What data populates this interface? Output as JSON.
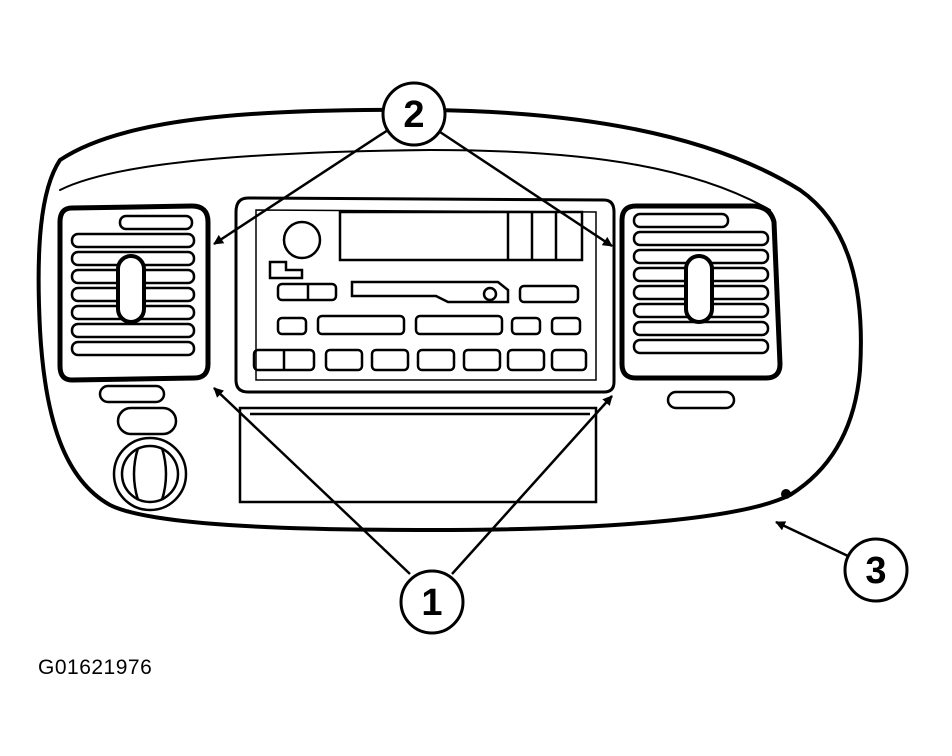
{
  "callouts": [
    {
      "id": "1",
      "label": "1"
    },
    {
      "id": "2",
      "label": "2"
    },
    {
      "id": "3",
      "label": "3"
    }
  ],
  "figure_code": "G01621976",
  "colors": {
    "ink": "#000000",
    "paper": "#ffffff"
  }
}
